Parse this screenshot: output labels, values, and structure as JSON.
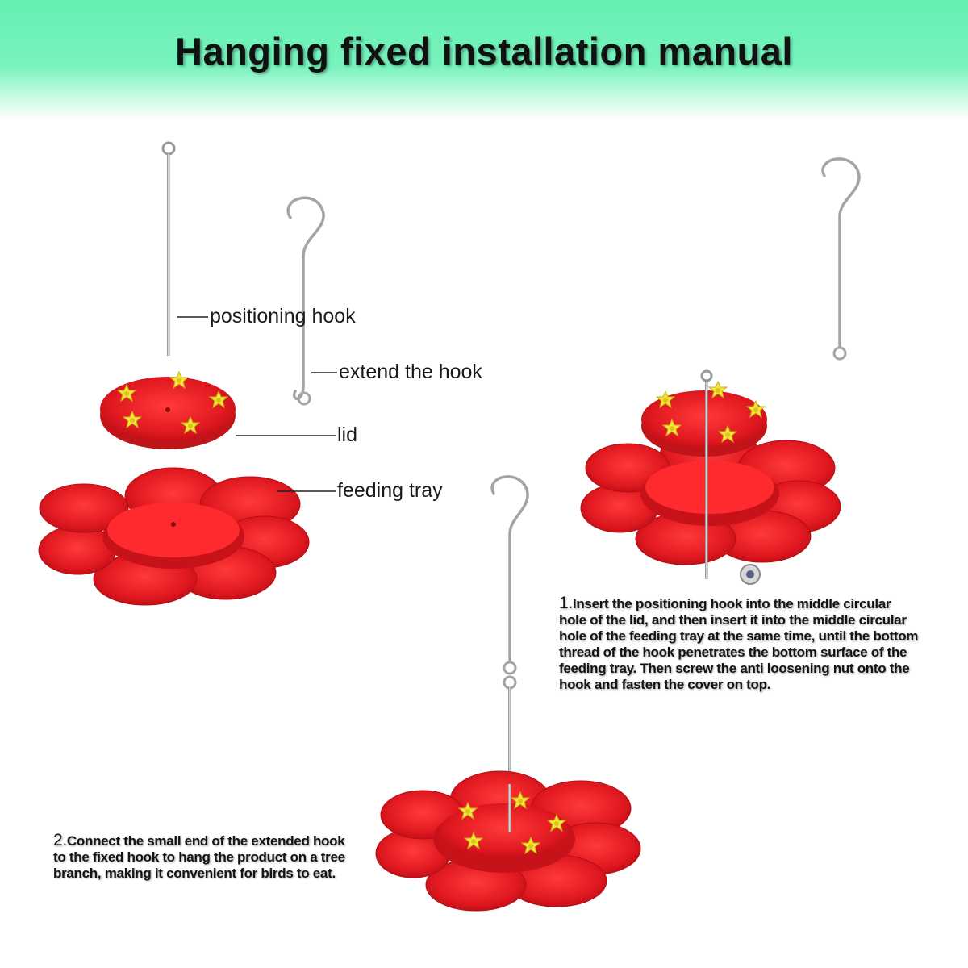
{
  "title": "Hanging fixed installation manual",
  "parts": {
    "positioning_hook": "positioning hook",
    "extend_hook": "extend the hook",
    "lid": "lid",
    "feeding_tray": "feeding tray"
  },
  "steps": [
    {
      "number": "1.",
      "lines": [
        "Insert the positioning hook into the middle circular",
        "hole of the lid, and then insert it into the middle circular",
        "hole of the feeding tray at the same time, until the bottom",
        "thread of the hook penetrates the bottom surface of the",
        "feeding tray. Then screw the anti loosening nut onto the",
        "hook and fasten the cover on top."
      ]
    },
    {
      "number": "2.",
      "lines": [
        "Connect the small end of the extended hook",
        "to the fixed hook to hang the product on a tree",
        "branch, making it convenient for birds to eat."
      ]
    }
  ],
  "colors": {
    "banner": "#6ff1b8",
    "tray_red": "#e8202a",
    "flower_yellow": "#f5e63a",
    "metal": "#a8a8a8"
  }
}
